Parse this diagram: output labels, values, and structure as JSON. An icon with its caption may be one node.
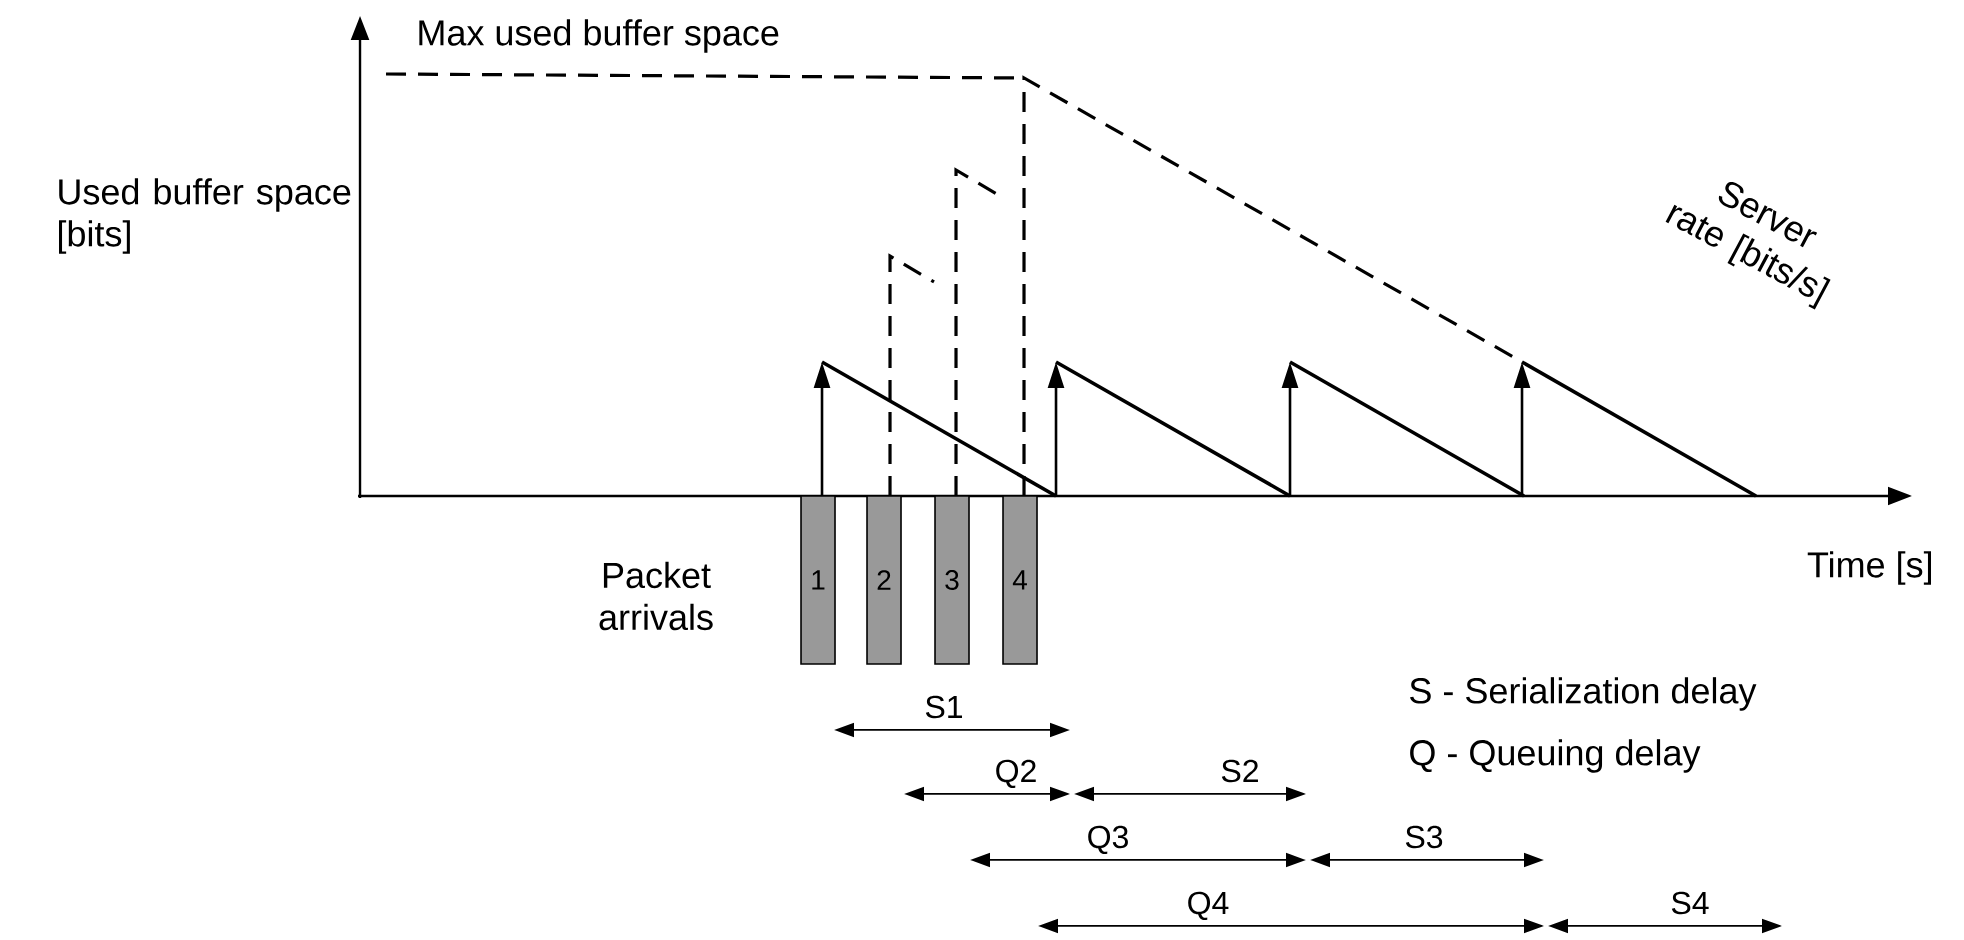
{
  "diagram": {
    "title": "Max used buffer space",
    "nodes": [
      {
        "text": [
          "1"
        ]
      },
      {
        "text": [
          "2"
        ]
      },
      {
        "text": [
          "3"
        ]
      },
      {
        "text": [
          "4"
        ]
      }
    ],
    "edges": [],
    "labels": [
      "Used buffer space [bits]",
      "Server rate [bits/s]",
      "Packet arrivals",
      "Time [s]",
      "S - Serialization delay",
      "Q - Queuing delay",
      "S1",
      "Q2",
      "S2",
      "Q3",
      "S3",
      "Q4",
      "S4"
    ]
  }
}
